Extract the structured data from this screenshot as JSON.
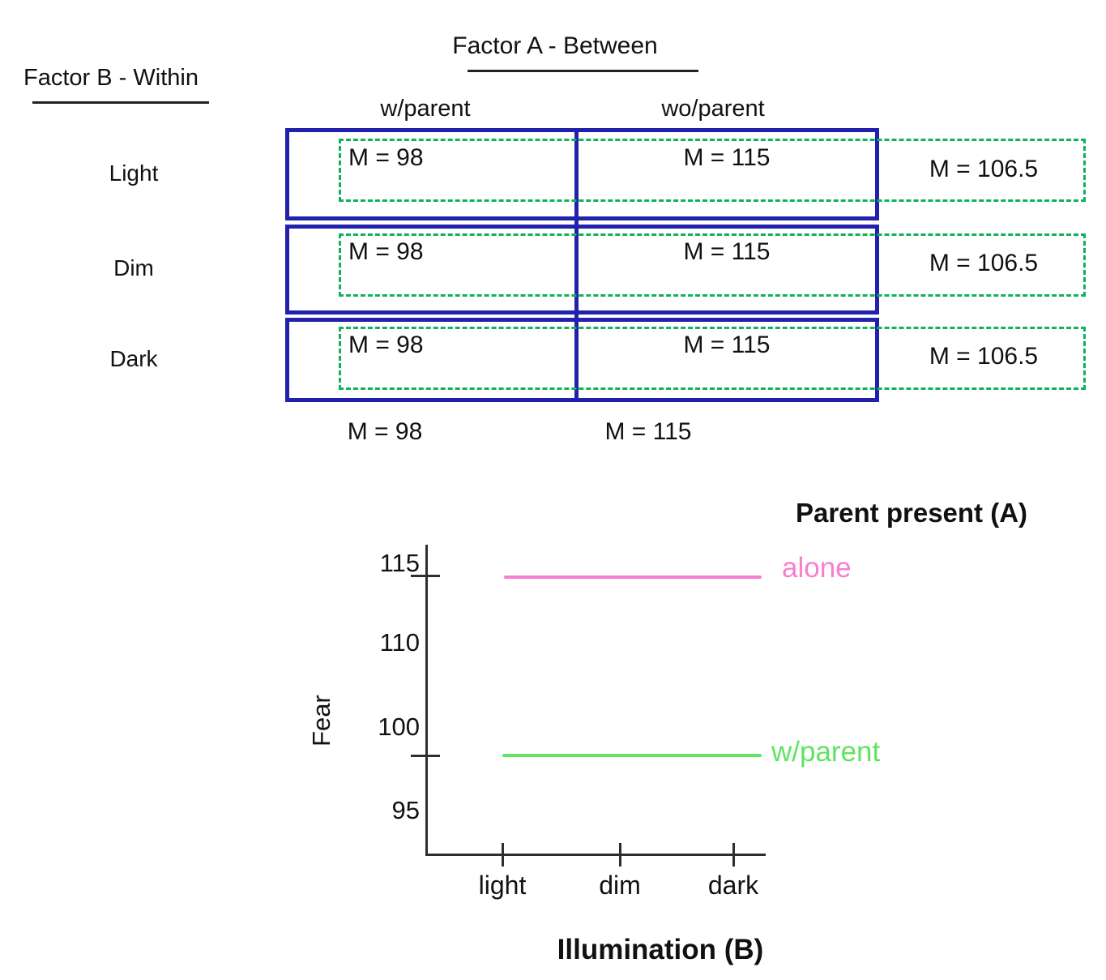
{
  "design_table": {
    "factor_b_label": "Factor B - Within",
    "factor_a_label": "Factor A - Between",
    "column_headers": [
      "w/parent",
      "wo/parent"
    ],
    "rows": [
      {
        "label": "Light",
        "cell_w_parent": "M = 98",
        "cell_wo_parent": "M = 115",
        "row_mean": "M = 106.5"
      },
      {
        "label": "Dim",
        "cell_w_parent": "M = 98",
        "cell_wo_parent": "M = 115",
        "row_mean": "M = 106.5"
      },
      {
        "label": "Dark",
        "cell_w_parent": "M = 98",
        "cell_wo_parent": "M = 115",
        "row_mean": "M = 106.5"
      }
    ],
    "column_means": [
      "M = 98",
      "M = 115"
    ]
  },
  "plot": {
    "y_axis_label": "Fear",
    "x_axis_label": "Illumination (B)",
    "y_tick_labels": [
      "115",
      "110",
      "100",
      "95"
    ],
    "x_tick_labels": [
      "light",
      "dim",
      "dark"
    ],
    "legend_title": "Parent present (A)",
    "legend_labels": {
      "alone": "alone",
      "w_parent": "w/parent"
    }
  },
  "chart_data": {
    "type": "line",
    "categories": [
      "light",
      "dim",
      "dark"
    ],
    "series": [
      {
        "name": "alone",
        "values": [
          115,
          115,
          115
        ],
        "color": "#F97DD1"
      },
      {
        "name": "w/parent",
        "values": [
          98,
          98,
          98
        ],
        "color": "#5FE45F"
      }
    ],
    "title": "",
    "xlabel": "Illumination (B)",
    "ylabel": "Fear",
    "ylim": [
      92,
      117
    ],
    "y_ticks_shown": [
      115,
      110,
      100,
      95
    ],
    "legend_title": "Parent present (A)",
    "legend_position": "right",
    "grid": false
  },
  "colors": {
    "table_border_blue": "#2121AC",
    "highlight_dashed_green": "#0FB15A",
    "series_alone_pink": "#F97DD1",
    "series_w_parent_green": "#5FE45F",
    "axis_black": "#2E2E2E"
  }
}
